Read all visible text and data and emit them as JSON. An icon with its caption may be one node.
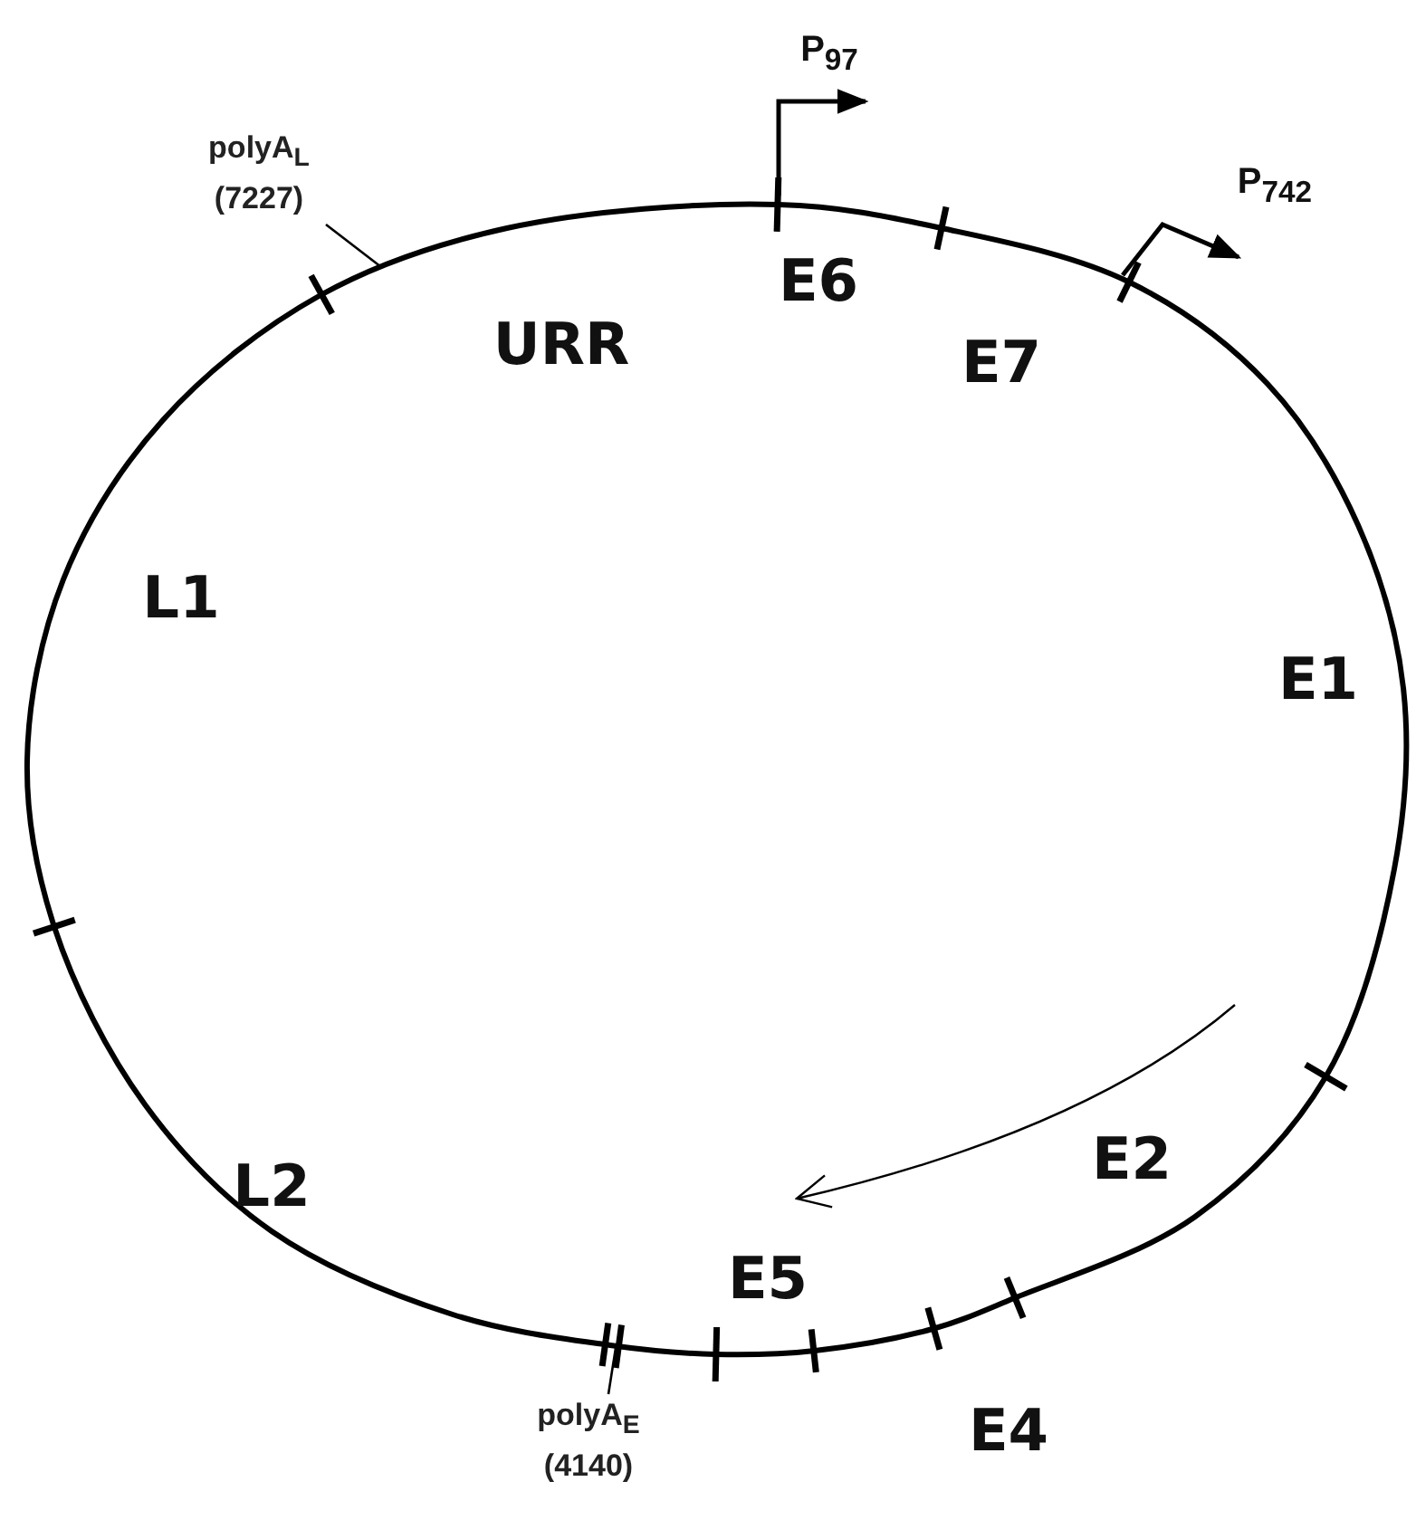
{
  "diagram": {
    "nodes": [
      {
        "text": [],
        "shape": "circle"
      },
      {
        "text": [
          "polyA$_{L}$ (7227)"
        ]
      },
      {
        "text": [
          "polyA$_{E}$ (4140)"
        ]
      }
    ],
    "edges": [
      {
        "from": 1,
        "to": 0,
        "arrow": "none"
      },
      {
        "from": 2,
        "to": 0,
        "arrow": "none"
      }
    ],
    "labels": [
      "P$_{97}$",
      "P$_{742}$",
      "E6",
      "URR",
      "E7",
      "L1",
      "E1",
      "L2",
      "E2",
      "E5",
      "E4"
    ]
  }
}
